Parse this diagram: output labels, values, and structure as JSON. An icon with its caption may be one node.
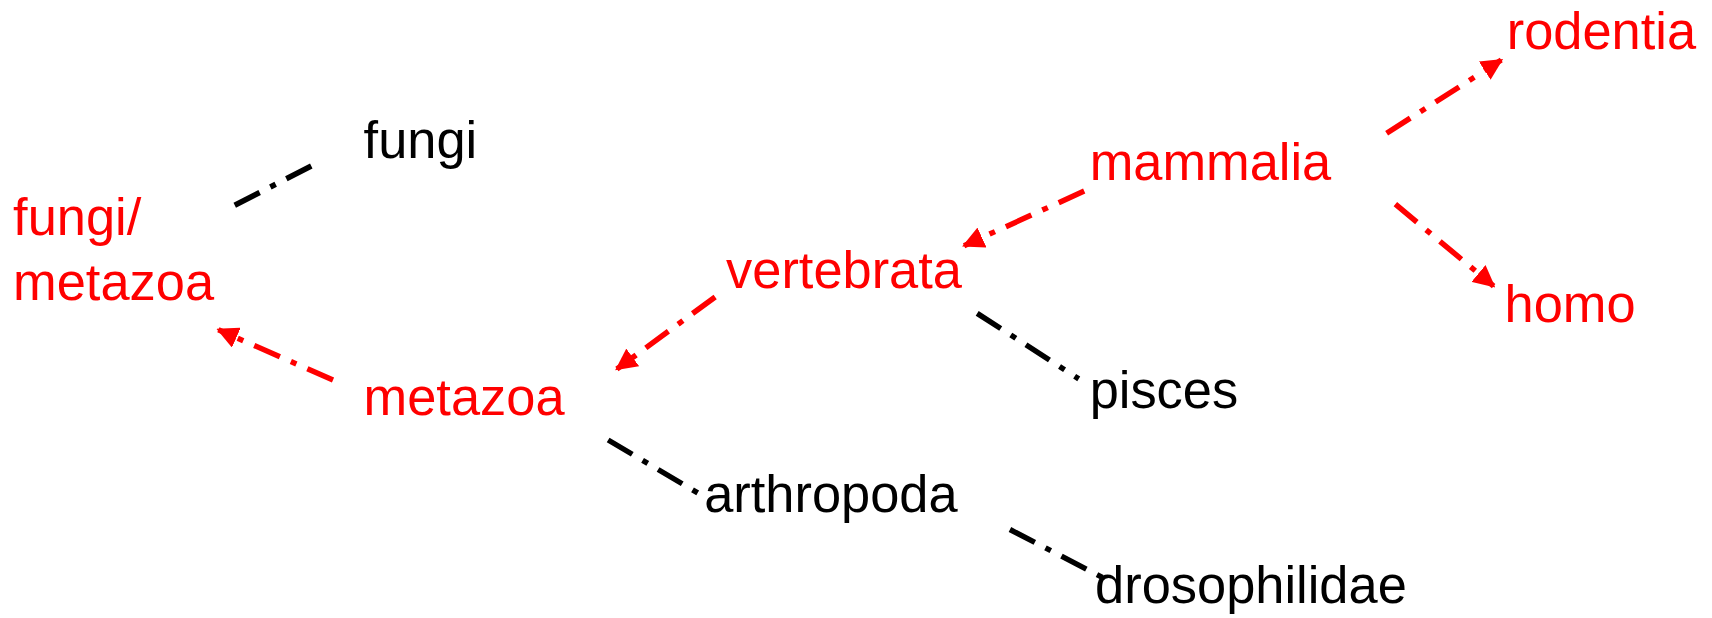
{
  "diagram": {
    "nodes": [
      {
        "text": [
          "fungi/ metazoa"
        ]
      },
      {
        "text": [
          "fungi"
        ]
      },
      {
        "text": [
          "metazoa"
        ]
      },
      {
        "text": [
          "vertebrata"
        ]
      },
      {
        "text": [
          "mammalia"
        ]
      },
      {
        "text": [
          "rodentia"
        ]
      },
      {
        "text": [
          "homo"
        ]
      },
      {
        "text": [
          "pisces"
        ]
      },
      {
        "text": [
          "arthropoda"
        ]
      },
      {
        "text": [
          "drosophilidae"
        ]
      }
    ],
    "edges": [
      {
        "from": 0,
        "to": 1,
        "arrow": "none",
        "color": "#000000"
      },
      {
        "from": 2,
        "to": 0,
        "arrow": "to"
      },
      {
        "from": 3,
        "to": 2,
        "arrow": "to"
      },
      {
        "from": 4,
        "to": 3,
        "arrow": "to"
      },
      {
        "from": 4,
        "to": 5,
        "arrow": "to"
      },
      {
        "from": 4,
        "to": 6,
        "arrow": "to"
      },
      {
        "from": 3,
        "to": 7,
        "arrow": "none",
        "color": "#000000"
      },
      {
        "from": 2,
        "to": 8,
        "arrow": "none",
        "color": "#000000"
      },
      {
        "from": 8,
        "to": 9,
        "arrow": "none",
        "color": "#000000"
      }
    ]
  }
}
